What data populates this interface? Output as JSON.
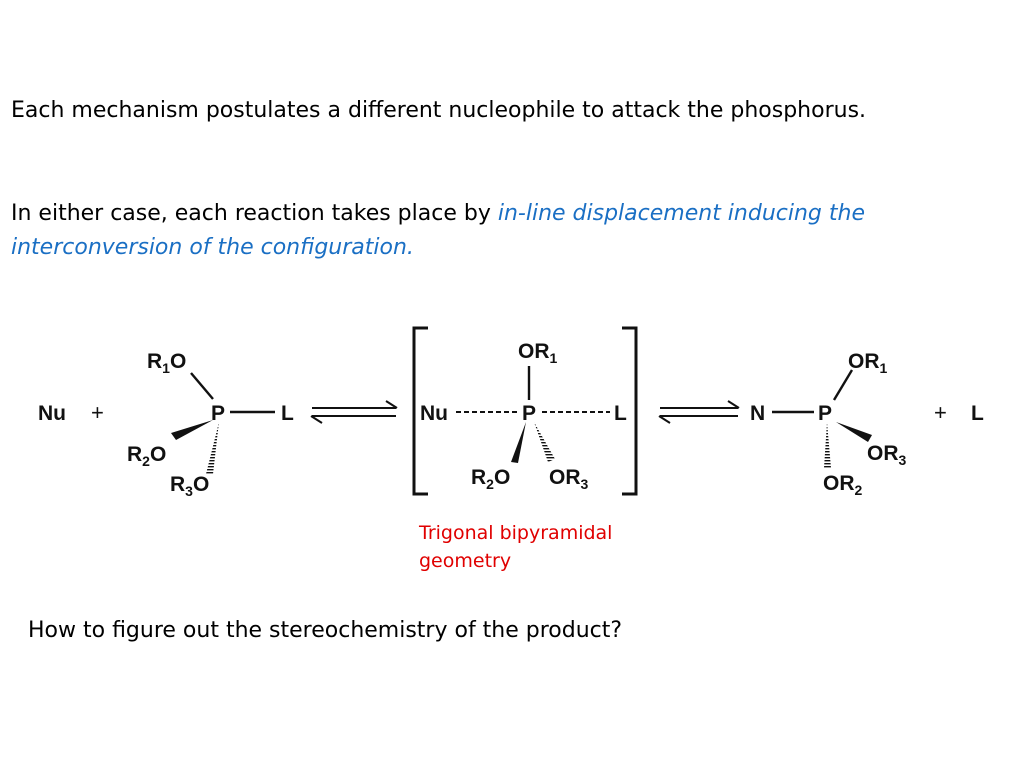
{
  "slide": {
    "paragraph1": "Each mechanism postulates a different nucleophile to attack the phosphorus.",
    "paragraph2_plain": "In either case, each reaction takes place by ",
    "paragraph2_emphasis": "in-line displacement inducing the interconversion of the configuration.",
    "caption": "Trigonal bipyramidal geometry",
    "question": "How to figure out the stereochemistry of the product?"
  },
  "scheme": {
    "nu": "Nu",
    "plus": "+",
    "phosphorus": "P",
    "leaving": "L",
    "n_product": "N",
    "oxygen": "O",
    "r": "R",
    "sub1": "1",
    "sub2": "2",
    "sub3": "3",
    "colors": {
      "emphasis": "#1a6fc4",
      "caption": "#e00000"
    }
  }
}
